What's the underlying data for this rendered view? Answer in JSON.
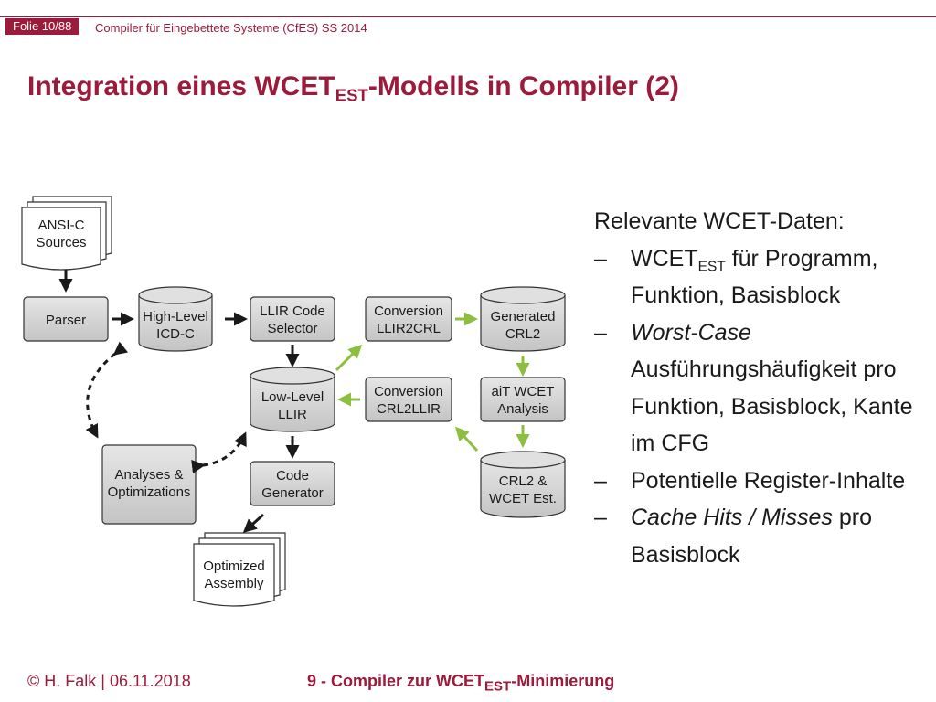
{
  "header": {
    "slide_number": "Folie 10/88",
    "course": "Compiler für Eingebettete Systeme (CfES) SS 2014"
  },
  "title": {
    "main": "Integration eines WCET",
    "sub": "EST",
    "rest": "-Modells in Compiler (2)"
  },
  "diagram": {
    "sources": [
      "ANSI-C",
      "Sources"
    ],
    "parser": "Parser",
    "hl_icd": [
      "High-Level",
      "ICD-C"
    ],
    "llir_selector": [
      "LLIR Code",
      "Selector"
    ],
    "conv_llir2crl": [
      "Conversion",
      "LLIR2CRL"
    ],
    "gen_crl2": [
      "Generated",
      "CRL2"
    ],
    "ll_llir": [
      "Low-Level",
      "LLIR"
    ],
    "conv_crl2llir": [
      "Conversion",
      "CRL2LLIR"
    ],
    "ait": [
      "aiT WCET",
      "Analysis"
    ],
    "analyses": [
      "Analyses &",
      "Optimizations"
    ],
    "codegen": [
      "Code",
      "Generator"
    ],
    "crl2_wcet": [
      "CRL2 &",
      "WCET Est."
    ],
    "optimized": [
      "Optimized",
      "Assembly"
    ],
    "colors": {
      "green_arrow": "#8cbf3f",
      "box_fill": "#d4d4d4",
      "accent": "#9c1a3a"
    }
  },
  "bullets": {
    "heading": "Relevante WCET-Daten:",
    "dash": "–",
    "item1_a": "WCET",
    "item1_sub": "EST",
    "item1_b": " für Programm, Funktion, Basisblock",
    "item2_italic": "Worst-Case",
    "item2_rest": " Ausführungshäufigkeit pro Funktion, Basisblock, Kante im CFG",
    "item3": "Potentielle Register-Inhalte",
    "item4_italic": "Cache Hits / Misses",
    "item4_rest": " pro Basisblock"
  },
  "footer": {
    "author": "© H. Falk | 06.11.2018",
    "chapter_a": "9 - Compiler zur WCET",
    "chapter_sub": "EST",
    "chapter_b": "-Minimierung"
  }
}
